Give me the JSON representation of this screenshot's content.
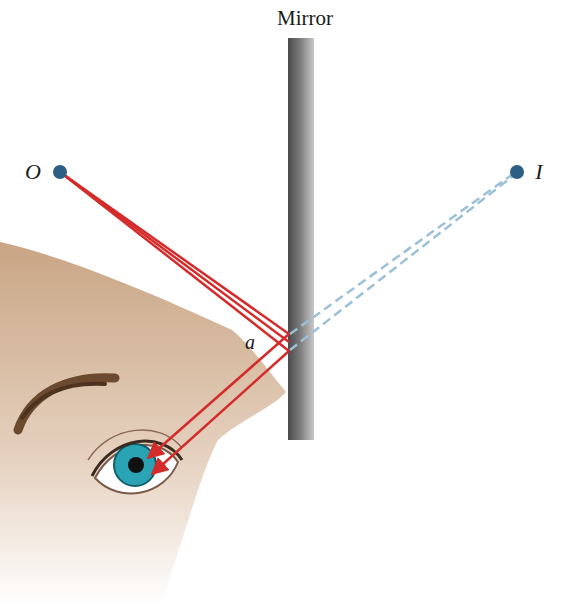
{
  "diagram": {
    "labels": [
      "Mirror",
      "O",
      "I",
      "a"
    ]
  }
}
